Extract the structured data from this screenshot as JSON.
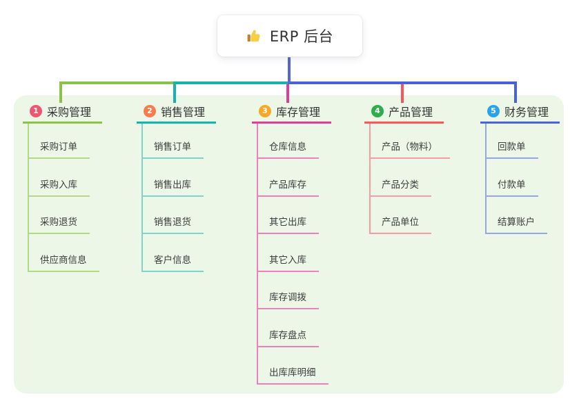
{
  "root": {
    "title": "ERP 后台",
    "icon": "thumbs-up-icon"
  },
  "branches": [
    {
      "number": "1",
      "label": "采购管理",
      "badge_color": "#f0566e",
      "line_color": "#8bc34a",
      "child_line_color": "#b2d98a",
      "children": [
        "采购订单",
        "采购入库",
        "采购退货",
        "供应商信息"
      ]
    },
    {
      "number": "2",
      "label": "销售管理",
      "badge_color": "#f87c4d",
      "line_color": "#17b3ab",
      "child_line_color": "#82d2cb",
      "children": [
        "销售订单",
        "销售出库",
        "销售退货",
        "客户信息"
      ]
    },
    {
      "number": "3",
      "label": "库存管理",
      "badge_color": "#f9a825",
      "line_color": "#e03d98",
      "child_line_color": "#f07fbd",
      "children": [
        "仓库信息",
        "产品库存",
        "其它出库",
        "其它入库",
        "库存调拨",
        "库存盘点",
        "出库库明细"
      ]
    },
    {
      "number": "4",
      "label": "产品管理",
      "badge_color": "#2dae4a",
      "line_color": "#f8565e",
      "child_line_color": "#f99ba1",
      "children": [
        "产品（物料）",
        "产品分类",
        "产品单位"
      ]
    },
    {
      "number": "5",
      "label": "财务管理",
      "badge_color": "#2ba3ea",
      "line_color": "#4a62d9",
      "child_line_color": "#93a7e6",
      "children": [
        "回款单",
        "付款单",
        "结算账户"
      ]
    }
  ],
  "colors": {
    "background": "#ffffff",
    "panel": "#ecf7e7",
    "root_connector": "#5364dc",
    "heading_text": "#333333",
    "child_text": "#3d3d3d",
    "badge_text": "#ffffff"
  }
}
